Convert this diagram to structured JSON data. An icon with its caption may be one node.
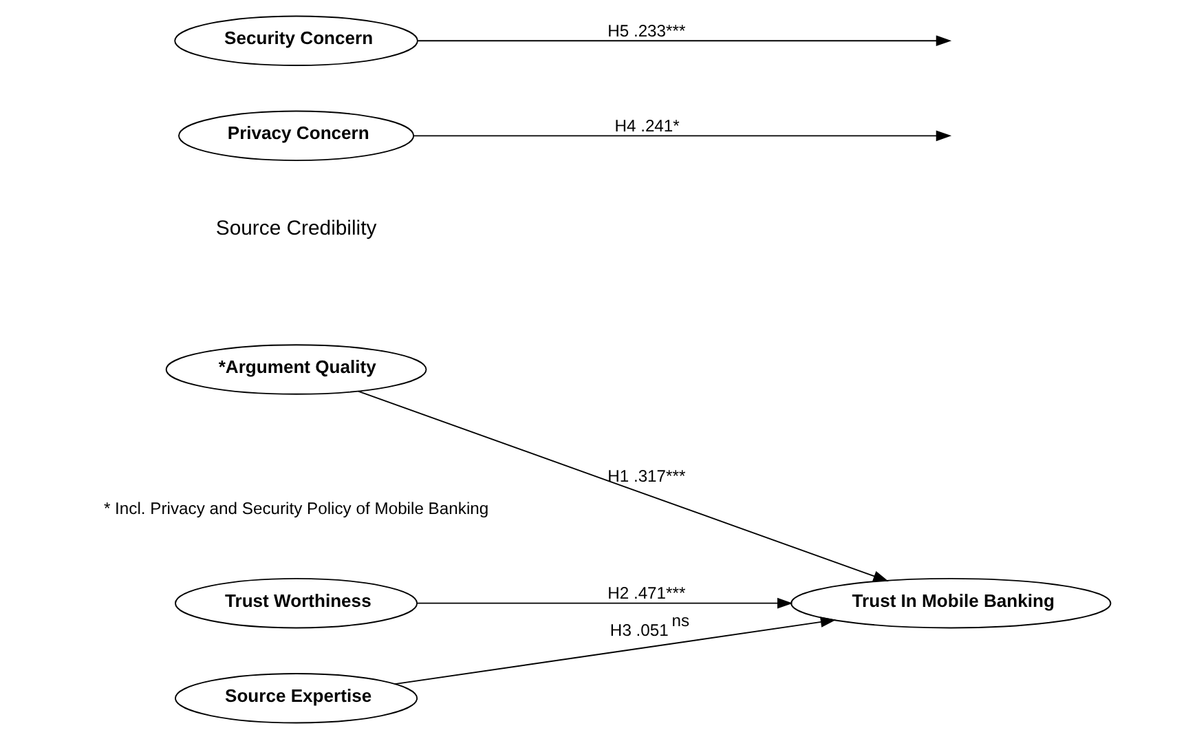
{
  "diagram": {
    "nodes": [
      {
        "text": [
          "*Argument Quality"
        ]
      },
      {
        "text": [
          "Privacy Concern"
        ]
      },
      {
        "text": [
          "Security Concern"
        ]
      },
      {
        "text": [
          "Trust Worthiness"
        ]
      },
      {
        "text": [
          "Source Expertise"
        ]
      },
      {
        "text": [
          "Trust In Mobile Banking"
        ]
      }
    ],
    "edges": [
      {
        "from": 0,
        "to": 5,
        "arrow": "to",
        "label": "H1 .317***"
      },
      {
        "from": 1,
        "to": null,
        "arrow": "to",
        "label": "H4 .241*"
      },
      {
        "from": 2,
        "to": null,
        "arrow": "to",
        "label": "H5 .233***"
      },
      {
        "from": 3,
        "to": 5,
        "arrow": "to",
        "label": "H2 .471***"
      },
      {
        "from": 4,
        "to": 5,
        "arrow": "to",
        "label": "H3 .051$^{ns}$"
      }
    ],
    "labels": [
      "* Incl. Privacy and Security Policy of Mobile Banking",
      "Source Credibility"
    ]
  }
}
